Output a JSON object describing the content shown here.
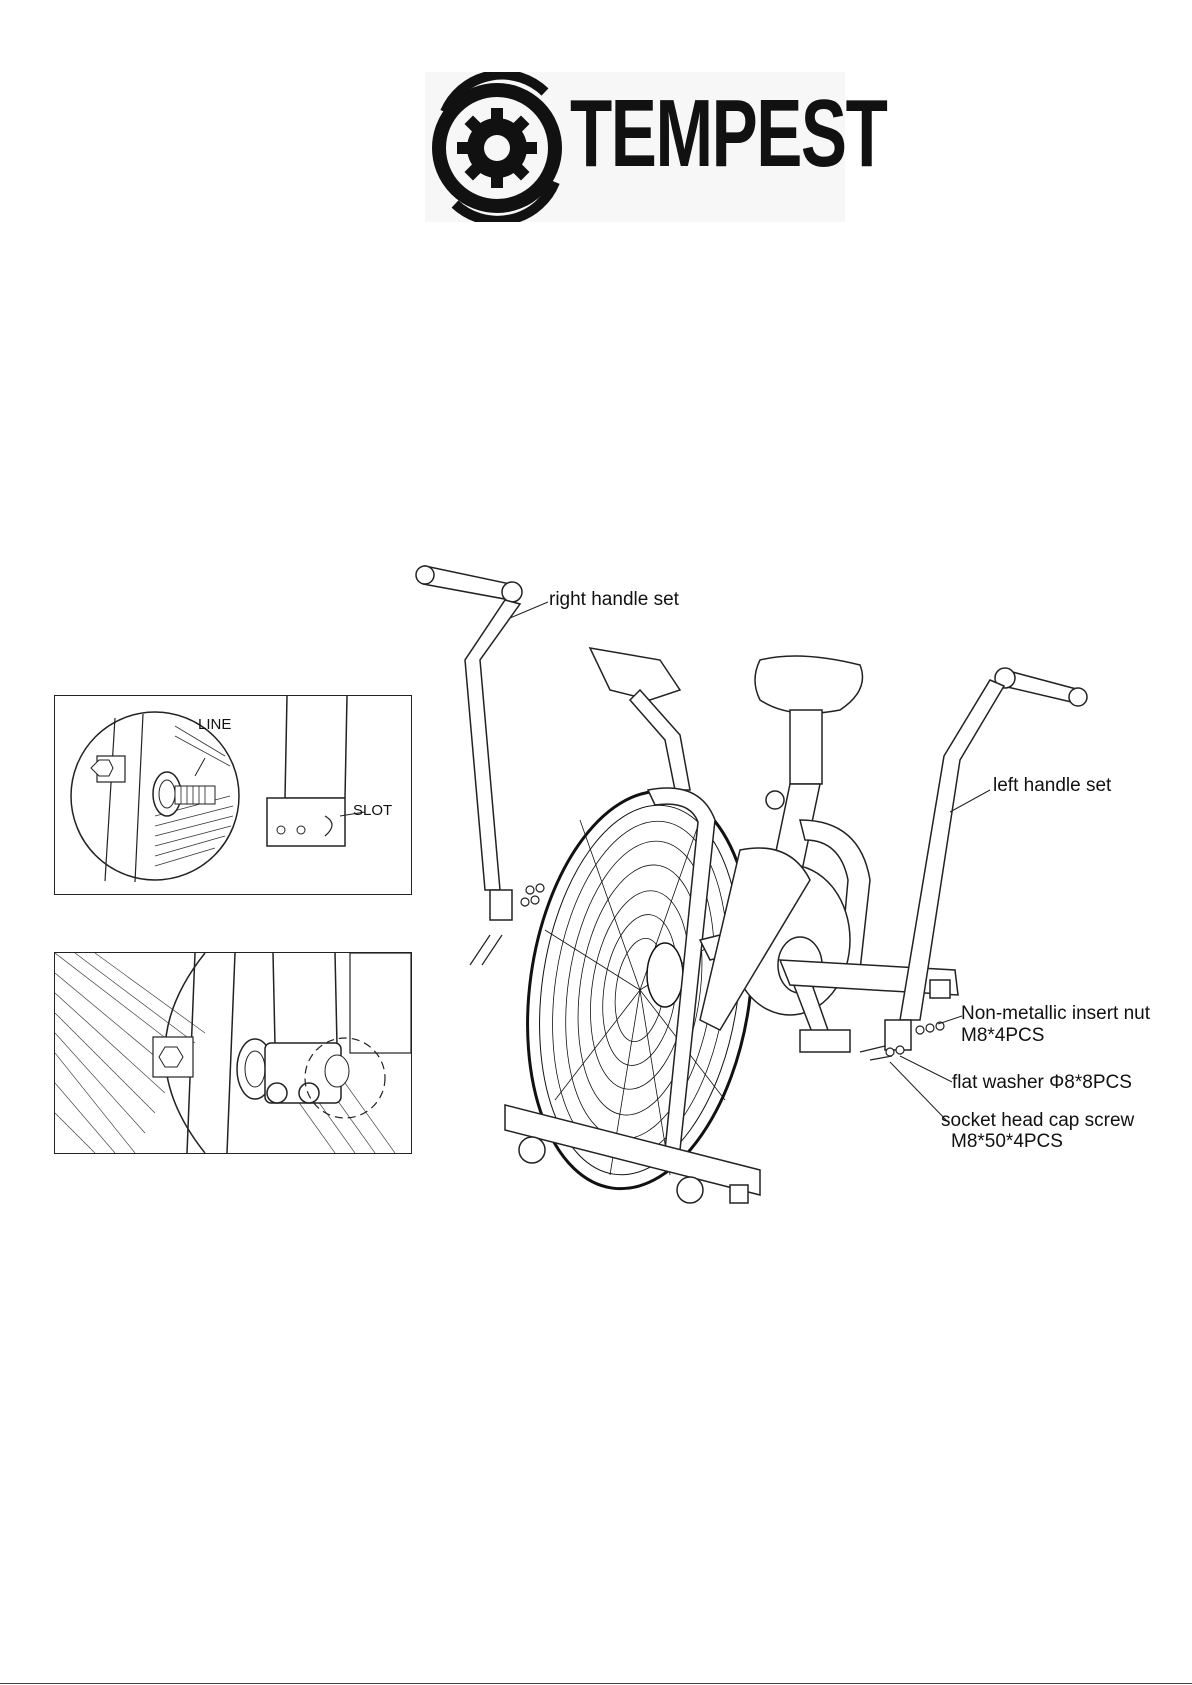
{
  "brand": {
    "name": "TEMPEST",
    "logo_icon": "gear-swirl-icon"
  },
  "diagram": {
    "labels": {
      "right_handle": "right handle set",
      "left_handle": "left handle set",
      "nut": "Non-metallic insert nut",
      "nut_qty": "M8*4PCS",
      "washer": "flat washer Φ8*8PCS",
      "screw": "socket head cap screw",
      "screw_qty": "M8*50*4PCS"
    },
    "detail": {
      "line_label": "LINE",
      "slot_label": "SLOT"
    }
  }
}
